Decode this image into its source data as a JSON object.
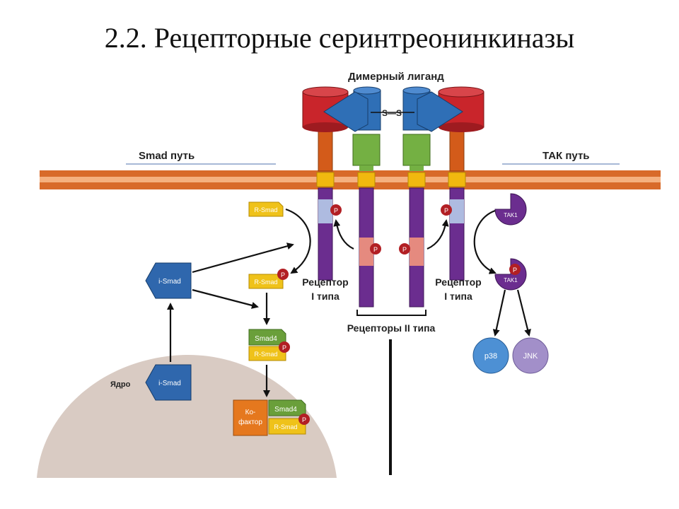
{
  "title": "2.2. Рецепторные серинтреонинкиназы",
  "labels": {
    "ligand": "Димерный лиганд",
    "disulfide": "S—S",
    "smad_path": "Smad путь",
    "tak_path": "ТАК путь",
    "receptor_I_left_1": "Рецептор",
    "receptor_I_left_2": "I типа",
    "receptor_I_right_1": "Рецептор",
    "receptor_I_right_2": "I типа",
    "receptors_II": "Рецепторы II типа",
    "nucleus": "Ядро"
  },
  "nodes": {
    "r_smad_top": "R-Smad",
    "r_smad_mid": "R-Smad",
    "i_smad_top": "i-Smad",
    "i_smad_nucleus": "i-Smad",
    "smad4_a": "Smad4",
    "r_smad_a": "R-Smad",
    "cofactor_1": "Ко-",
    "cofactor_2": "фактор",
    "smad4_b": "Smad4",
    "r_smad_b": "R-Smad",
    "tak1_top": "TAK1",
    "tak1_bottom": "TAK1",
    "p38": "p38",
    "jnk": "JNK",
    "phospho": "P"
  },
  "colors": {
    "membrane": "#d86a2a",
    "ligand_red": "#c9252b",
    "ligand_blue": "#2f6fb6",
    "receptor_purple": "#6b2d8f",
    "receptor_green": "#74b043",
    "receptor_orange": "#d35b1a",
    "yellow": "#f1b80f",
    "smad_yellow": "#efc21a",
    "smad4_green": "#6a9f3a",
    "ismad_blue": "#2f67ad",
    "cofactor_orange": "#e5781e",
    "p_red": "#b21f24",
    "p38_blue": "#4d90d4",
    "jnk_lilac": "#a28fc9",
    "nucleus_fill": "#d9cbc3"
  }
}
